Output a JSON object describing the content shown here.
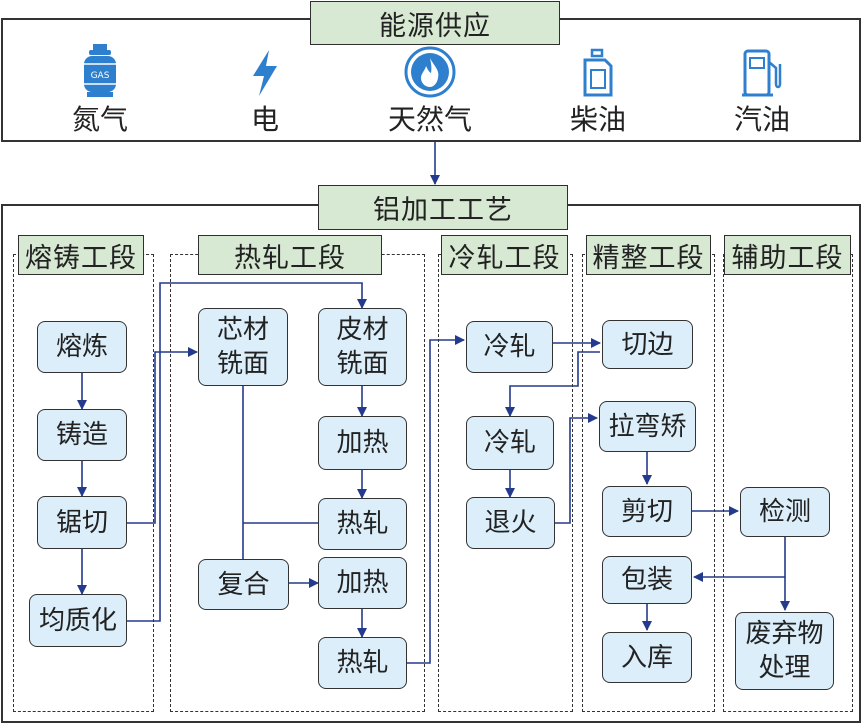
{
  "energy": {
    "title": "能源供应",
    "sources": [
      {
        "label": "氮气",
        "icon": "gas-cylinder-icon",
        "icon_text": "GAS"
      },
      {
        "label": "电",
        "icon": "lightning-icon"
      },
      {
        "label": "天然气",
        "icon": "flame-icon"
      },
      {
        "label": "柴油",
        "icon": "fuel-can-icon"
      },
      {
        "label": "汽油",
        "icon": "fuel-pump-icon"
      }
    ]
  },
  "process": {
    "title": "铝加工工艺",
    "sections": [
      "熔铸工段",
      "热轧工段",
      "冷轧工段",
      "精整工段",
      "辅助工段"
    ],
    "nodes": {
      "melting": "熔炼",
      "casting": "铸造",
      "sawing": "锯切",
      "homogenize": "均质化",
      "core_mill": "芯材\n铣面",
      "skin_mill": "皮材\n铣面",
      "heat1": "加热",
      "hot_roll1": "热轧",
      "composite": "复合",
      "heat2": "加热",
      "hot_roll2": "热轧",
      "cold_roll1": "冷轧",
      "cold_roll2": "冷轧",
      "anneal": "退火",
      "edge_trim": "切边",
      "tension_level": "拉弯矫",
      "shear": "剪切",
      "pack": "包装",
      "store": "入库",
      "inspect": "检测",
      "waste": "废弃物\n处理"
    }
  },
  "colors": {
    "title_fill": "#d7e9d2",
    "node_fill": "#dbeefa",
    "arrow": "#243a8c",
    "icon_blue": "#2f7fcf"
  }
}
